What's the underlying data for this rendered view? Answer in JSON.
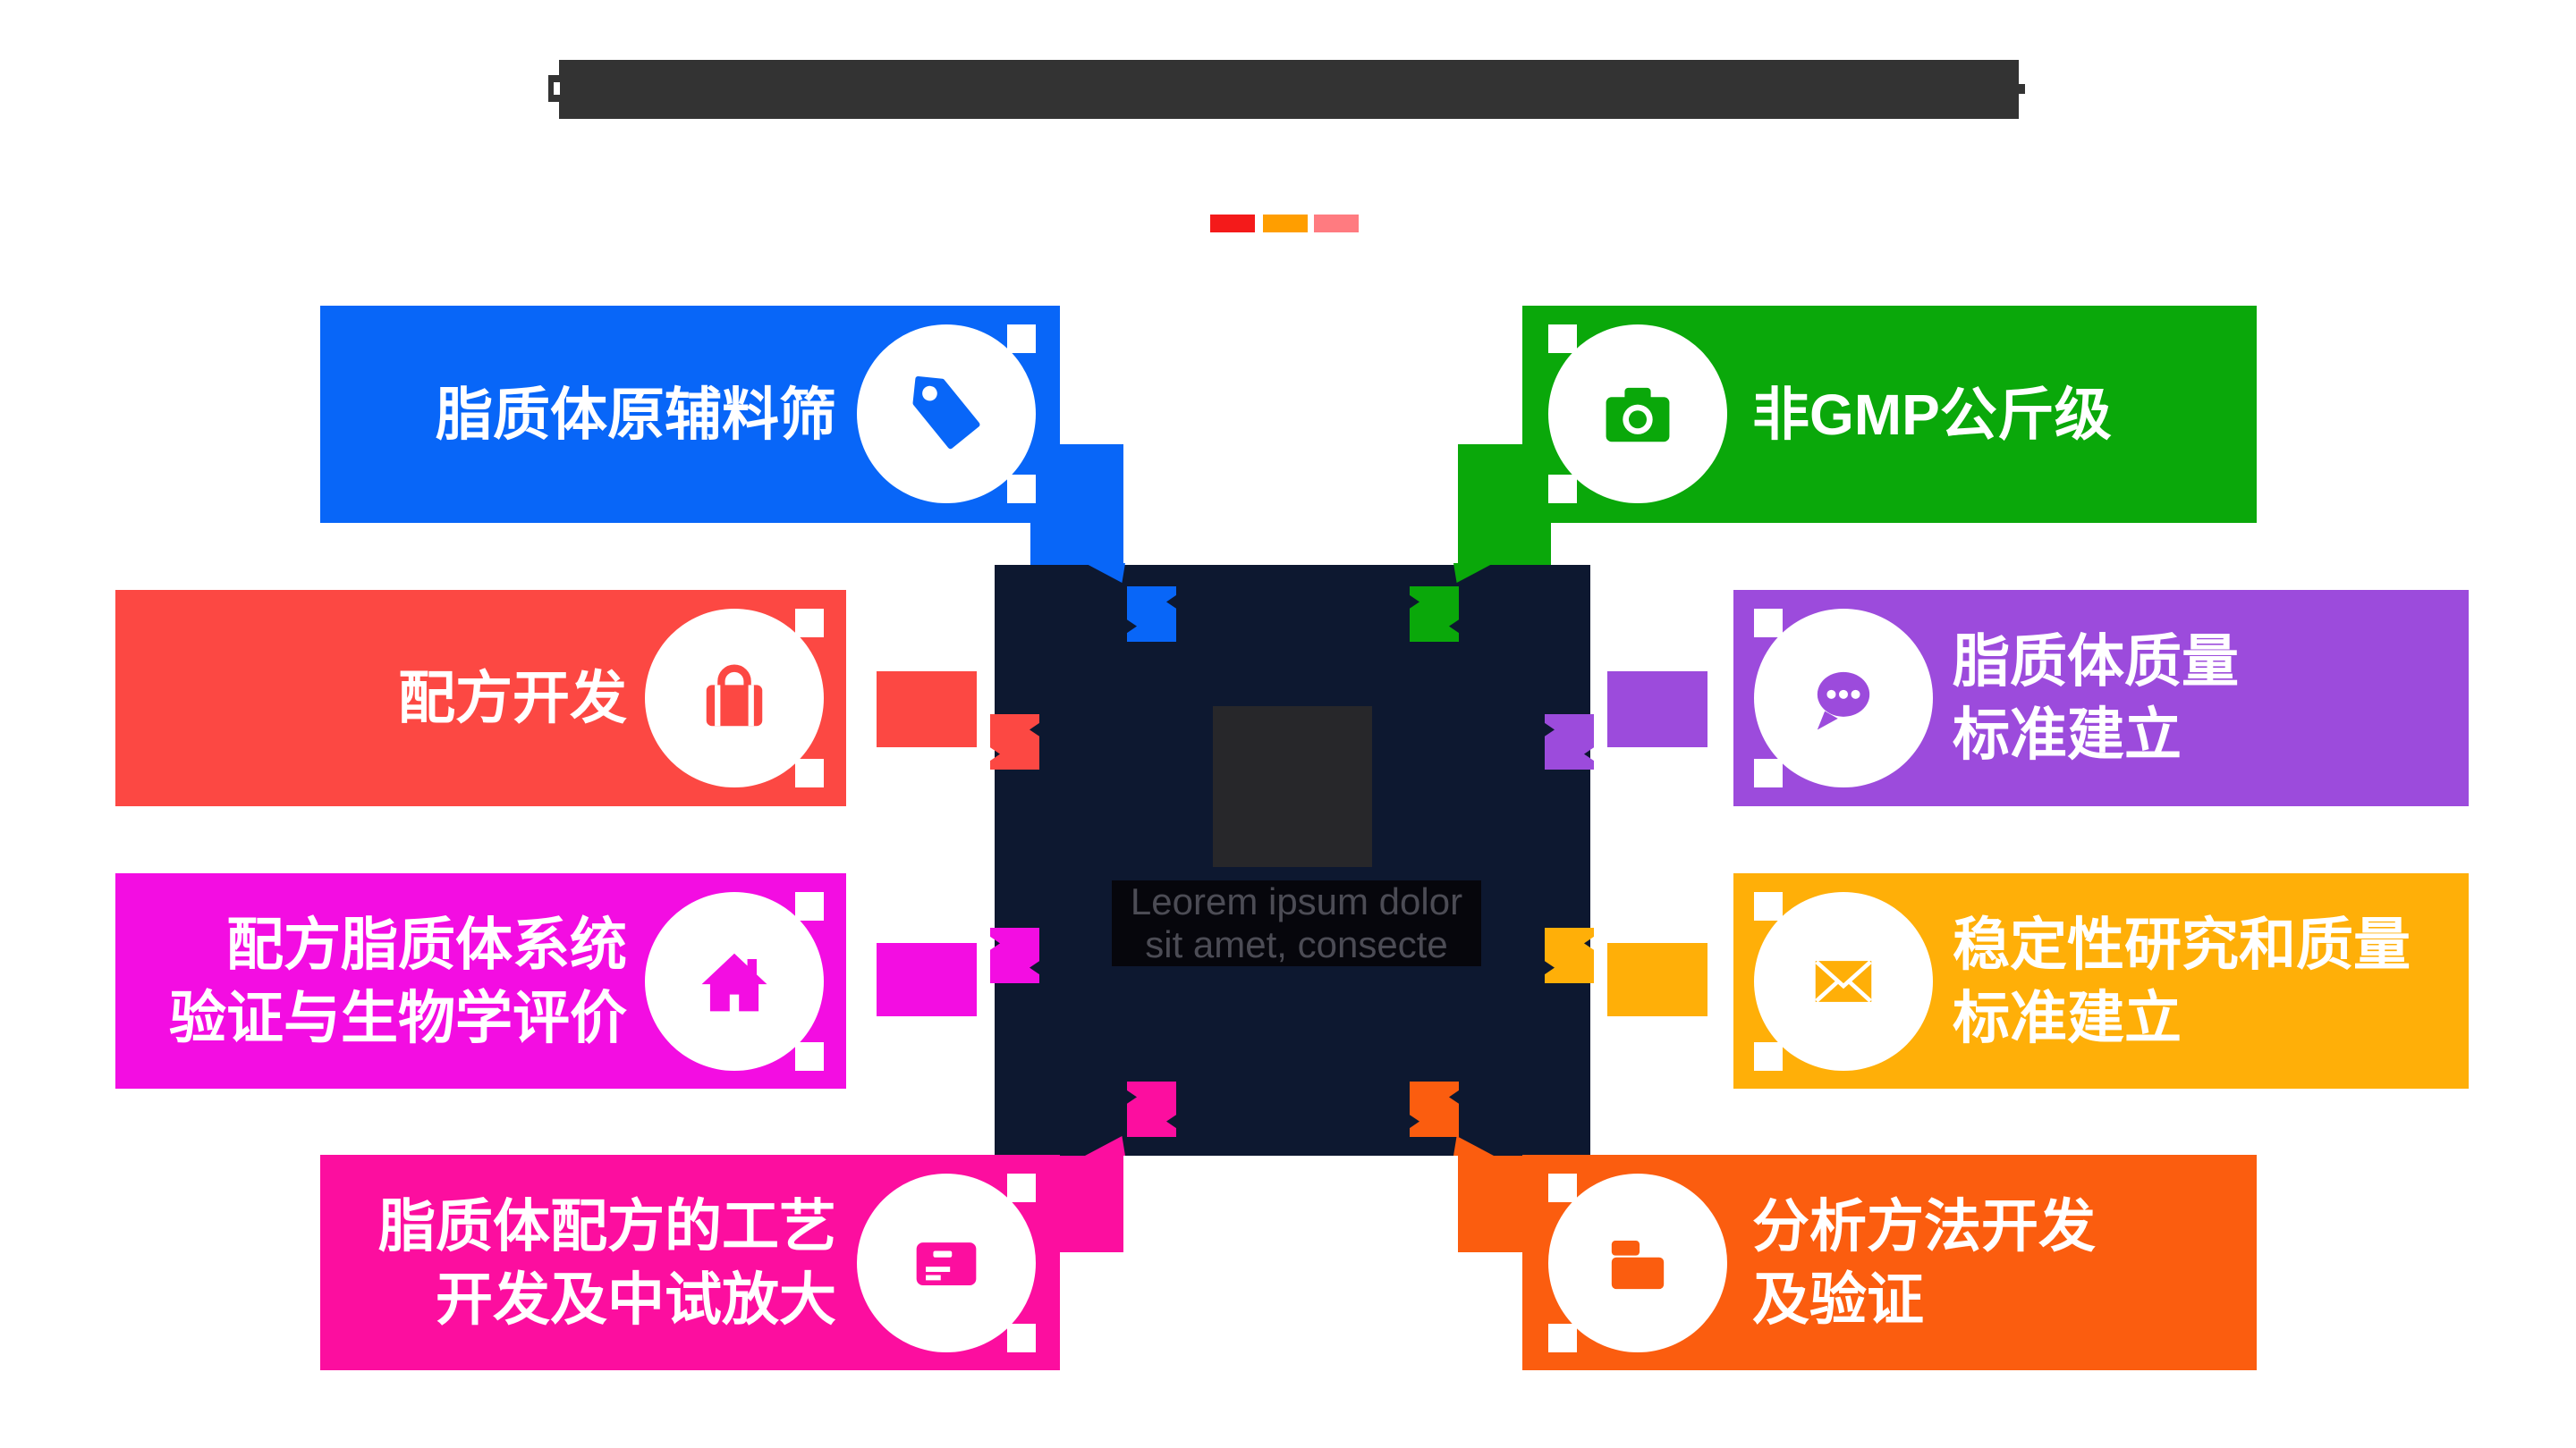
{
  "banner": {
    "background": "#333333",
    "note_colors": {
      "fragment": "#333333"
    }
  },
  "legend_dashes": {
    "colors": [
      "#f41a1a",
      "#ff9e00",
      "#ff7b80"
    ]
  },
  "center": {
    "line1": "Leorem ipsum dolor",
    "line2": "sit amet, consecte",
    "box_color": "#0d1830",
    "inner_square_color": "#27272a",
    "text_band_color": "#06060c",
    "text_color": "#4c4c55"
  },
  "items": [
    {
      "id": "liposome-raw-material-screening",
      "side": "left",
      "color": "#0866f8",
      "icon": "tag-icon",
      "lines": [
        "脂质体原辅料筛"
      ]
    },
    {
      "id": "formulation-development",
      "side": "left",
      "color": "#fc4843",
      "icon": "briefcase-icon",
      "lines": [
        "配方开发"
      ]
    },
    {
      "id": "system-validation-bio-evaluation",
      "side": "left",
      "color": "#f30de2",
      "icon": "home-icon",
      "lines": [
        "配方脂质体系统",
        "验证与生物学评价"
      ]
    },
    {
      "id": "process-dev-pilot-scaleup",
      "side": "left",
      "color": "#fc0e9f",
      "icon": "card-icon",
      "lines": [
        "脂质体配方的工艺",
        "开发及中试放大"
      ]
    },
    {
      "id": "non-gmp-kilogram-scale",
      "side": "right",
      "color": "#0aa80a",
      "icon": "camera-icon",
      "lines": [
        "非GMP公斤级"
      ]
    },
    {
      "id": "liposome-quality-standard",
      "side": "right",
      "color": "#9c4bdc",
      "icon": "chat-bubble-icon",
      "lines": [
        "脂质体质量",
        "标准建立"
      ]
    },
    {
      "id": "stability-quality-standard",
      "side": "right",
      "color": "#ffaf08",
      "icon": "envelope-icon",
      "lines": [
        "稳定性研究和质量",
        "标准建立"
      ]
    },
    {
      "id": "analytical-method-validation",
      "side": "right",
      "color": "#fb5d0f",
      "icon": "folder-icon",
      "lines": [
        "分析方法开发",
        "及验证"
      ]
    }
  ]
}
